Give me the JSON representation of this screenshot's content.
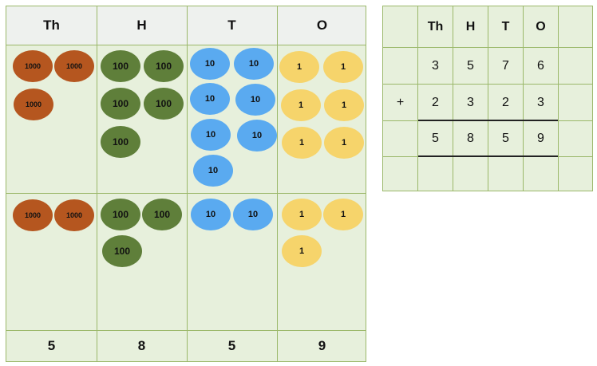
{
  "place_value_chart": {
    "headers": [
      "Th",
      "H",
      "T",
      "O"
    ],
    "totals": [
      "5",
      "8",
      "5",
      "9"
    ],
    "colors": {
      "thousands": "#b5561f",
      "hundreds": "#5f7f3a",
      "tens": "#5aaaf0",
      "ones": "#f6d46b"
    },
    "top_row": {
      "thousands": 3,
      "hundreds": 5,
      "tens": 7,
      "ones": 6
    },
    "bottom_row": {
      "thousands": 2,
      "hundreds": 3,
      "tens": 2,
      "ones": 3
    },
    "counter_labels": {
      "thousands": "1000",
      "hundreds": "100",
      "tens": "10",
      "ones": "1"
    }
  },
  "column_addition": {
    "headers": [
      "Th",
      "H",
      "T",
      "O"
    ],
    "operator": "+",
    "addend_1": [
      "3",
      "5",
      "7",
      "6"
    ],
    "addend_2": [
      "2",
      "3",
      "2",
      "3"
    ],
    "sum": [
      "5",
      "8",
      "5",
      "9"
    ]
  }
}
